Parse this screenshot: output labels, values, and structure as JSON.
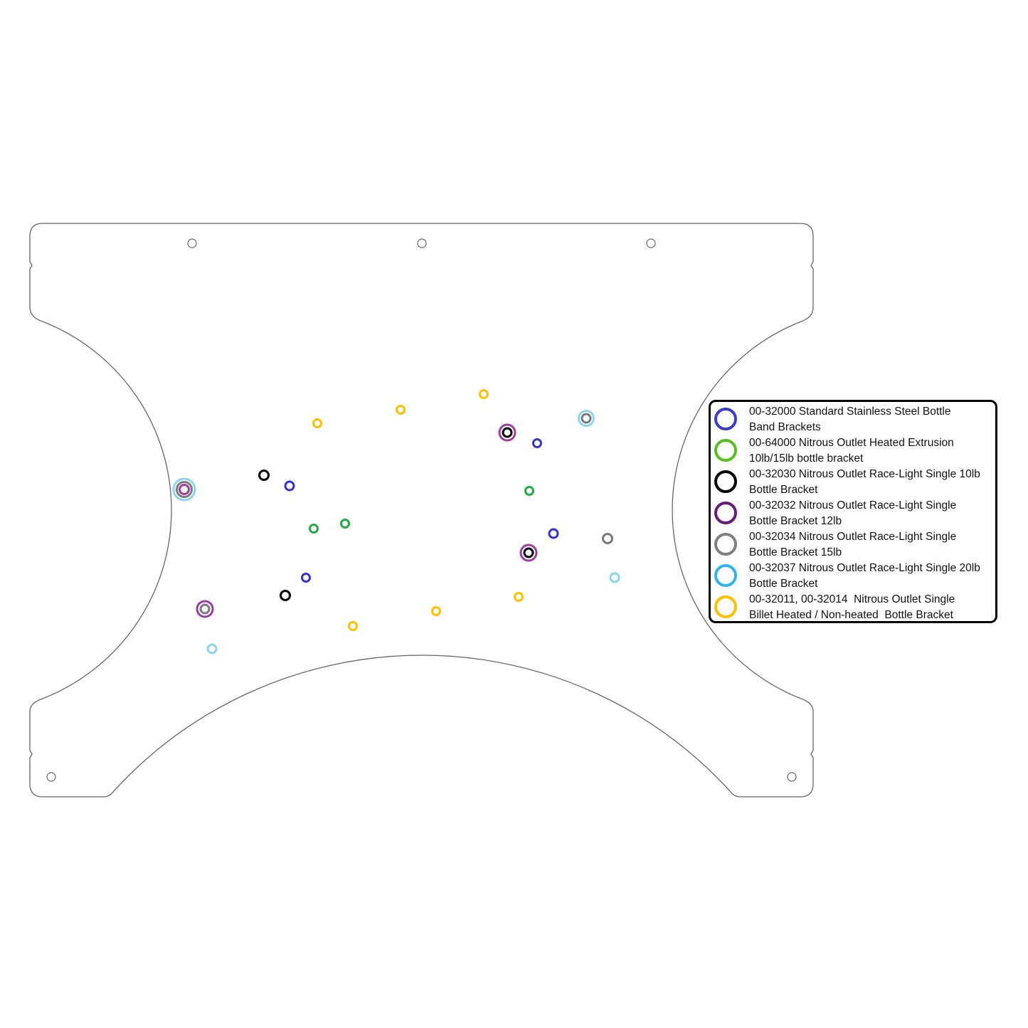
{
  "legend": {
    "items": [
      {
        "line1": "00-32000 Standard Stainless Steel Bottle",
        "line2": "Band Brackets",
        "color": "#3b3bcc"
      },
      {
        "line1": "00-64000 Nitrous Outlet Heated Extrusion",
        "line2": "10lb/15lb bottle bracket",
        "color": "#55c020"
      },
      {
        "line1": "00-32030 Nitrous Outlet Race-Light Single 10lb",
        "line2": "Bottle Bracket",
        "color": "#000000"
      },
      {
        "line1": "00-32032 Nitrous Outlet Race-Light Single",
        "line2": "Bottle Bracket 12lb",
        "color": "#6a1a7a"
      },
      {
        "line1": "00-32034 Nitrous Outlet Race-Light Single",
        "line2": "Bottle Bracket 15lb",
        "color": "#808080"
      },
      {
        "line1": "00-32037 Nitrous Outlet Race-Light Single 20lb",
        "line2": "Bottle Bracket",
        "color": "#30b4f0"
      },
      {
        "line1": "00-32011, 00-32014  Nitrous Outlet Single",
        "line2": "Billet Heated / Non-heated  Bottle Bracket",
        "color": "#ffc000"
      }
    ]
  },
  "hole_colors": {
    "blue": "#3434cc",
    "green": "#22aa44",
    "black": "#000000",
    "purple": "#a03ca0",
    "gray": "#7a7a7a",
    "lightblue": "#8ad6f2",
    "yellow": "#ffc000",
    "mount": "#666666"
  }
}
